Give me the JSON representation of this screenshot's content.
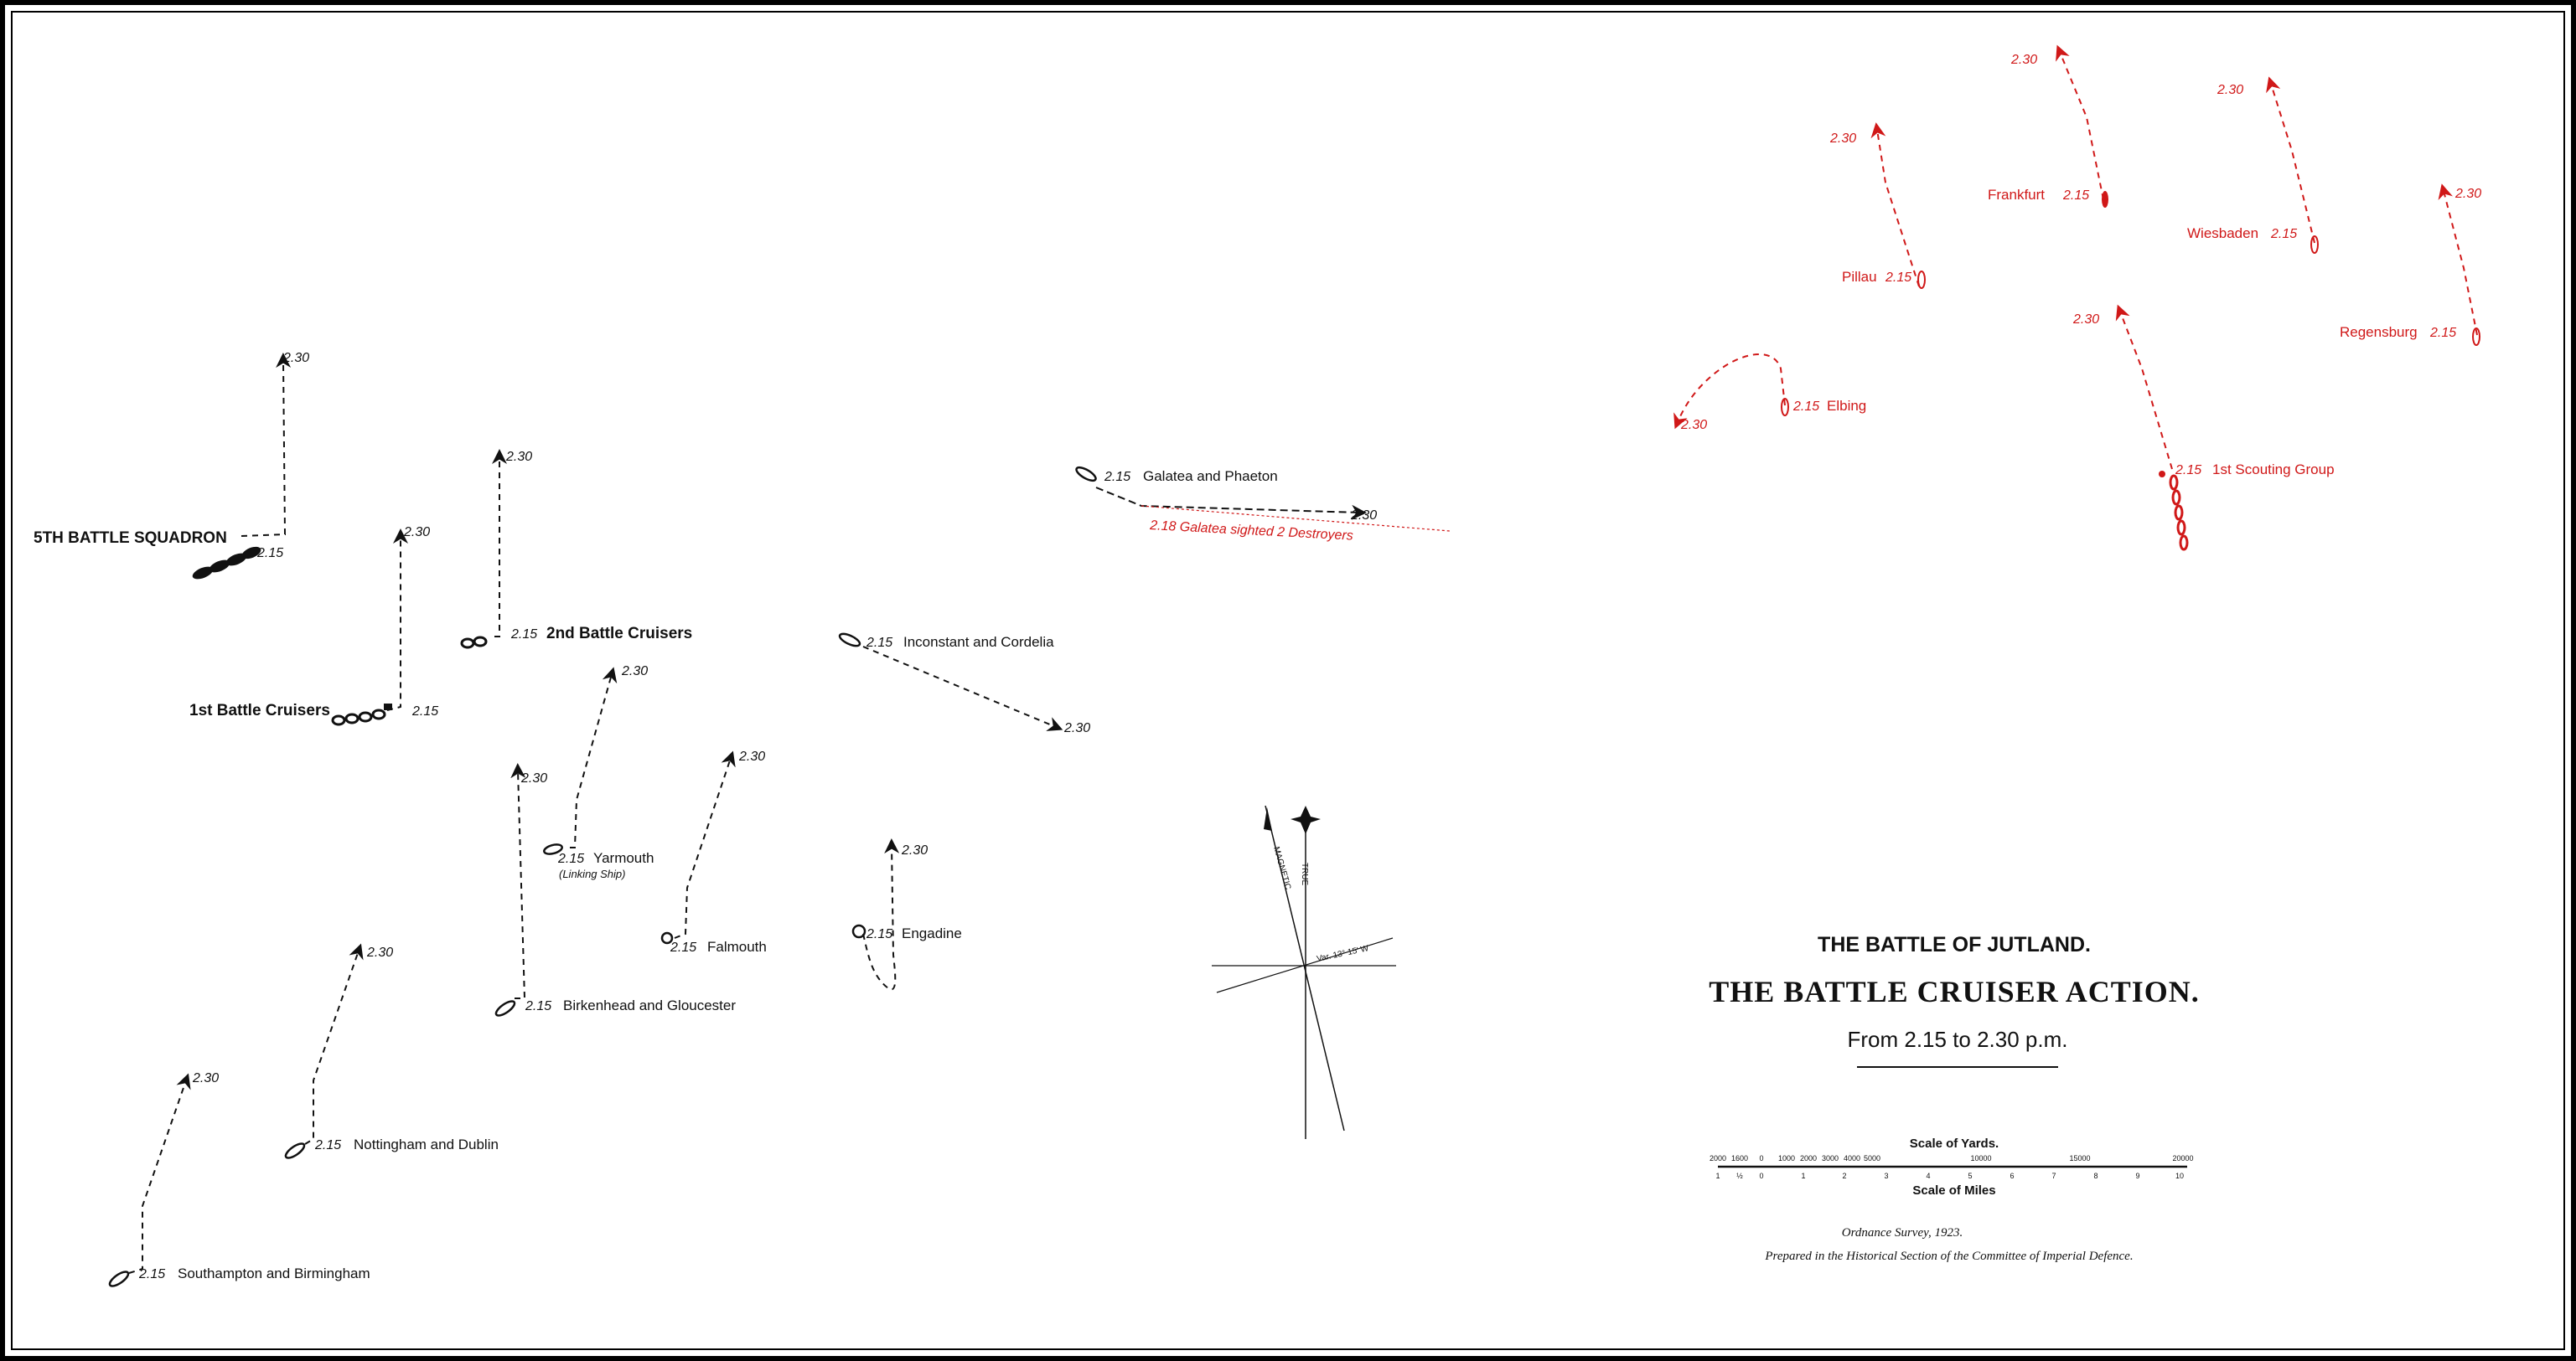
{
  "title": {
    "line1": "THE BATTLE OF JUTLAND.",
    "line2": "THE BATTLE CRUISER ACTION.",
    "line3": "From 2.15 to 2.30 p.m."
  },
  "scale": {
    "yards_title": "Scale of Yards.",
    "miles_title": "Scale of Miles",
    "yard_ticks": [
      "2000",
      "1600",
      "0",
      "1000",
      "2000",
      "3000",
      "4000",
      "5000",
      "10000",
      "15000",
      "20000"
    ],
    "mile_ticks": [
      "1",
      "½",
      "0",
      "1",
      "2",
      "3",
      "4",
      "5",
      "6",
      "7",
      "8",
      "9",
      "10"
    ]
  },
  "footer": {
    "survey": "Ordnance Survey, 1923.",
    "prepared": "Prepared in the Historical Section of the Committee of Imperial Defence."
  },
  "compass": {
    "true_label": "TRUE",
    "magnetic_label": "MAGNETIC",
    "variation": "Var. 13° 15' W"
  },
  "british_units": [
    {
      "name": "5TH BATTLE SQUADRON",
      "t_start": "2.15",
      "t_end": "2.30"
    },
    {
      "name": "1st Battle Cruisers",
      "t_start": "2.15",
      "t_end": "2.30"
    },
    {
      "name": "2nd Battle Cruisers",
      "t_start": "2.15",
      "t_end": "2.30"
    },
    {
      "name": "Yarmouth",
      "sub": "(Linking Ship)",
      "t_start": "2.15",
      "t_end": "2.30"
    },
    {
      "name": "Falmouth",
      "t_start": "2.15",
      "t_end": "2.30"
    },
    {
      "name": "Birkenhead and Gloucester",
      "t_start": "2.15",
      "t_end": "2.30"
    },
    {
      "name": "Nottingham and Dublin",
      "t_start": "2.15",
      "t_end": "2.30"
    },
    {
      "name": "Southampton and Birmingham",
      "t_start": "2.15",
      "t_end": "2.30"
    },
    {
      "name": "Inconstant and Cordelia",
      "t_start": "2.15",
      "t_end": "2.30"
    },
    {
      "name": "Engadine",
      "t_start": "2.15",
      "t_end": "2.30"
    },
    {
      "name": "Galatea and Phaeton",
      "t_start": "2.15",
      "t_end": "2.30",
      "note": "2.18 Galatea sighted 2 Destroyers"
    }
  ],
  "german_units": [
    {
      "name": "Pillau",
      "t_start": "2.15",
      "t_end": "2.30"
    },
    {
      "name": "Frankfurt",
      "t_start": "2.15",
      "t_end": "2.30"
    },
    {
      "name": "Wiesbaden",
      "t_start": "2.15",
      "t_end": "2.30"
    },
    {
      "name": "Regensburg",
      "t_start": "2.15",
      "t_end": "2.30"
    },
    {
      "name": "Elbing",
      "t_start": "2.15",
      "t_end": "2.30"
    },
    {
      "name": "1st Scouting Group",
      "t_start": "2.15",
      "t_end": "2.30"
    }
  ],
  "colors": {
    "british": "#111111",
    "german": "#d01818",
    "border": "#000000"
  }
}
